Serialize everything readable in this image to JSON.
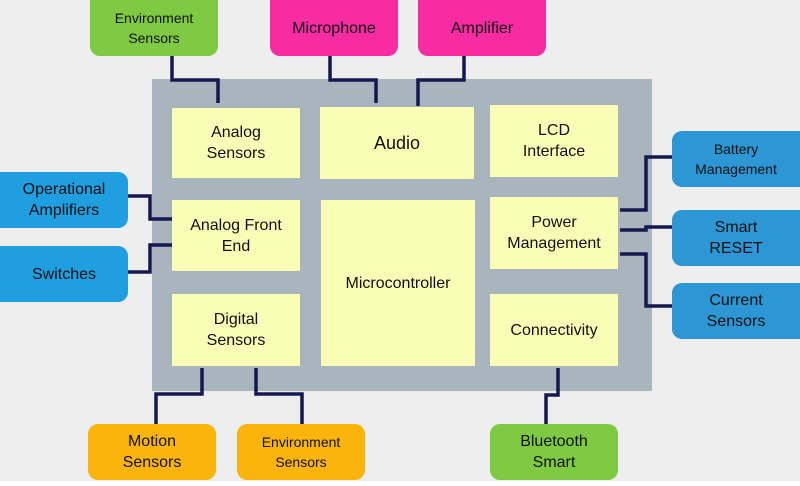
{
  "diagram": {
    "core": {
      "analog_sensors": "Analog\nSensors",
      "audio": "Audio",
      "lcd_interface": "LCD\nInterface",
      "analog_front_end": "Analog Front\nEnd",
      "microcontroller": "Microcontroller",
      "power_management": "Power\nManagement",
      "digital_sensors": "Digital\nSensors",
      "connectivity": "Connectivity"
    },
    "external": {
      "environment_sensors_top": "Environment\nSensors",
      "microphone": "Microphone",
      "amplifier": "Amplifier",
      "operational_amplifiers": "Operational\nAmplifiers",
      "switches": "Switches",
      "battery_management": "Battery\nManagement",
      "smart_reset": "Smart\nRESET",
      "current_sensors": "Current\nSensors",
      "motion_sensors": "Motion\nSensors",
      "environment_sensors_bottom": "Environment\nSensors",
      "bluetooth_smart": "Bluetooth\nSmart"
    },
    "colors": {
      "background": "#eeeeee",
      "chip": "#a9b5bd",
      "block": "#fafdb6",
      "wire": "#15184f",
      "green": "#80c942",
      "pink": "#f82ca2",
      "blue": "#1f9ee0",
      "orange": "#fbb40b"
    },
    "connections": [
      [
        "environment_sensors_top",
        "analog_sensors"
      ],
      [
        "microphone",
        "audio"
      ],
      [
        "amplifier",
        "audio"
      ],
      [
        "operational_amplifiers",
        "analog_front_end"
      ],
      [
        "switches",
        "analog_front_end"
      ],
      [
        "power_management",
        "battery_management"
      ],
      [
        "power_management",
        "smart_reset"
      ],
      [
        "power_management",
        "current_sensors"
      ],
      [
        "digital_sensors",
        "motion_sensors"
      ],
      [
        "digital_sensors",
        "environment_sensors_bottom"
      ],
      [
        "connectivity",
        "bluetooth_smart"
      ]
    ]
  }
}
